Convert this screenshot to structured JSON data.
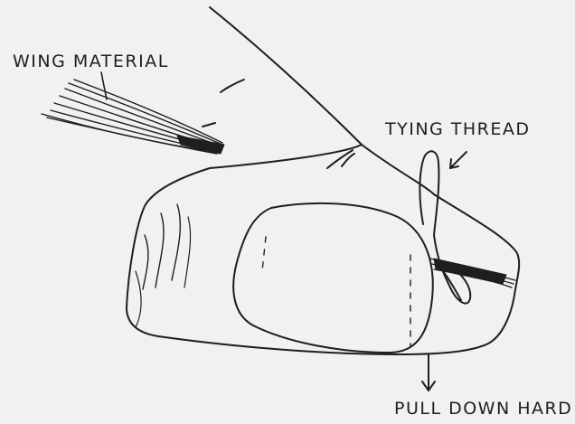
{
  "labels": {
    "wing_material": "WING MATERIAL",
    "tying_thread": "TYING THREAD",
    "pull_down_hard": "PULL DOWN HARD"
  },
  "colors": {
    "background": "#f1f1f1",
    "ink": "#1e1e1e"
  }
}
